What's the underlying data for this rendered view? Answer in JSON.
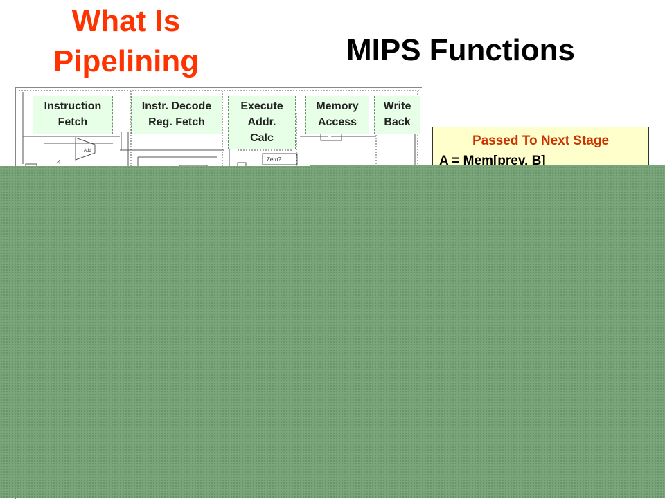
{
  "titles": {
    "left_line1": "What Is",
    "left_line2": "Pipelining",
    "right": "MIPS Functions"
  },
  "stages": [
    {
      "line1": "Instruction",
      "line2": "Fetch",
      "line3": ""
    },
    {
      "line1": "Instr. Decode",
      "line2": "Reg. Fetch",
      "line3": ""
    },
    {
      "line1": "Execute",
      "line2": "Addr.",
      "line3": "Calc"
    },
    {
      "line1": "Memory",
      "line2": "Access",
      "line3": ""
    },
    {
      "line1": "Write",
      "line2": "Back",
      "line3": ""
    }
  ],
  "diagram_labels": {
    "adder": "Add",
    "zero_test": "Zero?",
    "plus_four": "4"
  },
  "info_box": {
    "heading": "Passed To Next Stage",
    "line1": "A = Mem[prev. B]"
  },
  "colors": {
    "title_left": "#ff3300",
    "stage_fill": "#e6ffe6",
    "info_fill": "#ffffcc",
    "info_heading": "#cc3300",
    "overlay": "#7aa57b"
  }
}
